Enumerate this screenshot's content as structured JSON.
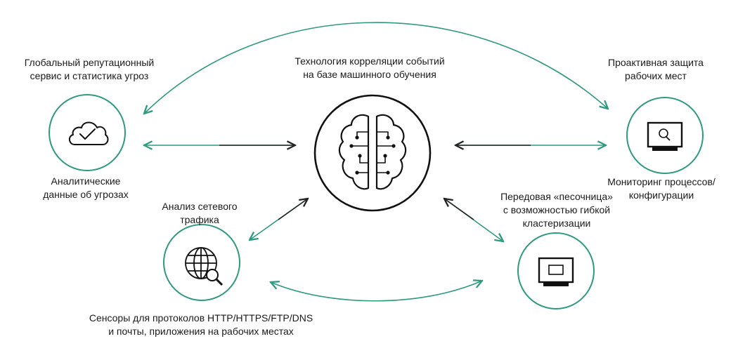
{
  "colors": {
    "accent": "#2f9a7f",
    "ink": "#111111",
    "line": "#222222"
  },
  "nodes": {
    "center": {
      "icon": "brain-circuit-icon",
      "caption": [
        "Технология корреляции событий",
        "на базе машинного обучения"
      ]
    },
    "reputation": {
      "caption": [
        "Глобальный репутационный",
        "сервис и статистика угроз"
      ]
    },
    "threat_data": {
      "icon": "cloud-check-icon",
      "caption": [
        "Аналитические",
        "данные об угрозах"
      ]
    },
    "endpoint_protection": {
      "caption": [
        "Проактивная защита",
        "рабочих мест"
      ]
    },
    "process_monitoring": {
      "icon": "monitor-search-icon",
      "caption": [
        "Мониторинг процессов/",
        "конфигурации"
      ]
    },
    "network_analysis": {
      "icon": "globe-search-icon",
      "caption": [
        "Анализ сетевого",
        "трафика"
      ]
    },
    "sandbox": {
      "icon": "monitor-icon",
      "caption": [
        "Передовая «песочница»",
        "с возможностью гибкой",
        "кластеризации"
      ]
    },
    "sensors": {
      "caption": [
        "Сенсоры для протоколов HTTP/HTTPS/FTP/DNS",
        "и почты, приложения на рабочих местах"
      ]
    }
  }
}
